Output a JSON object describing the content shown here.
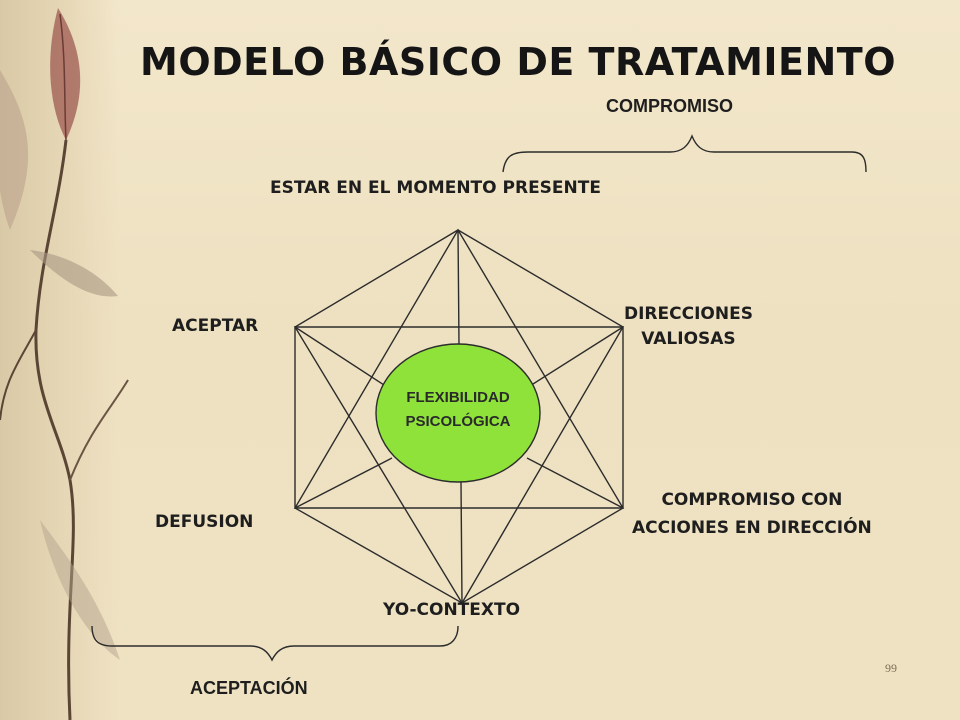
{
  "slide": {
    "title": "MODELO BÁSICO DE TRATAMIENTO",
    "page_number": "99"
  },
  "diagram": {
    "top_brace_label": "COMPROMISO",
    "bottom_brace_label": "ACEPTACIÓN",
    "vertices": {
      "top": "ESTAR EN EL MOMENTO PRESENTE",
      "upper_left": "ACEPTAR",
      "upper_right": [
        "DIRECCIONES",
        "VALIOSAS"
      ],
      "lower_left": "DEFUSION",
      "lower_right": [
        "COMPROMISO CON",
        "ACCIONES EN DIRECCIÓN"
      ],
      "bottom": "YO-CONTEXTO"
    },
    "center": [
      "FLEXIBILIDAD",
      "PSICOLÓGICA"
    ],
    "center_color": "#8fe23a"
  }
}
